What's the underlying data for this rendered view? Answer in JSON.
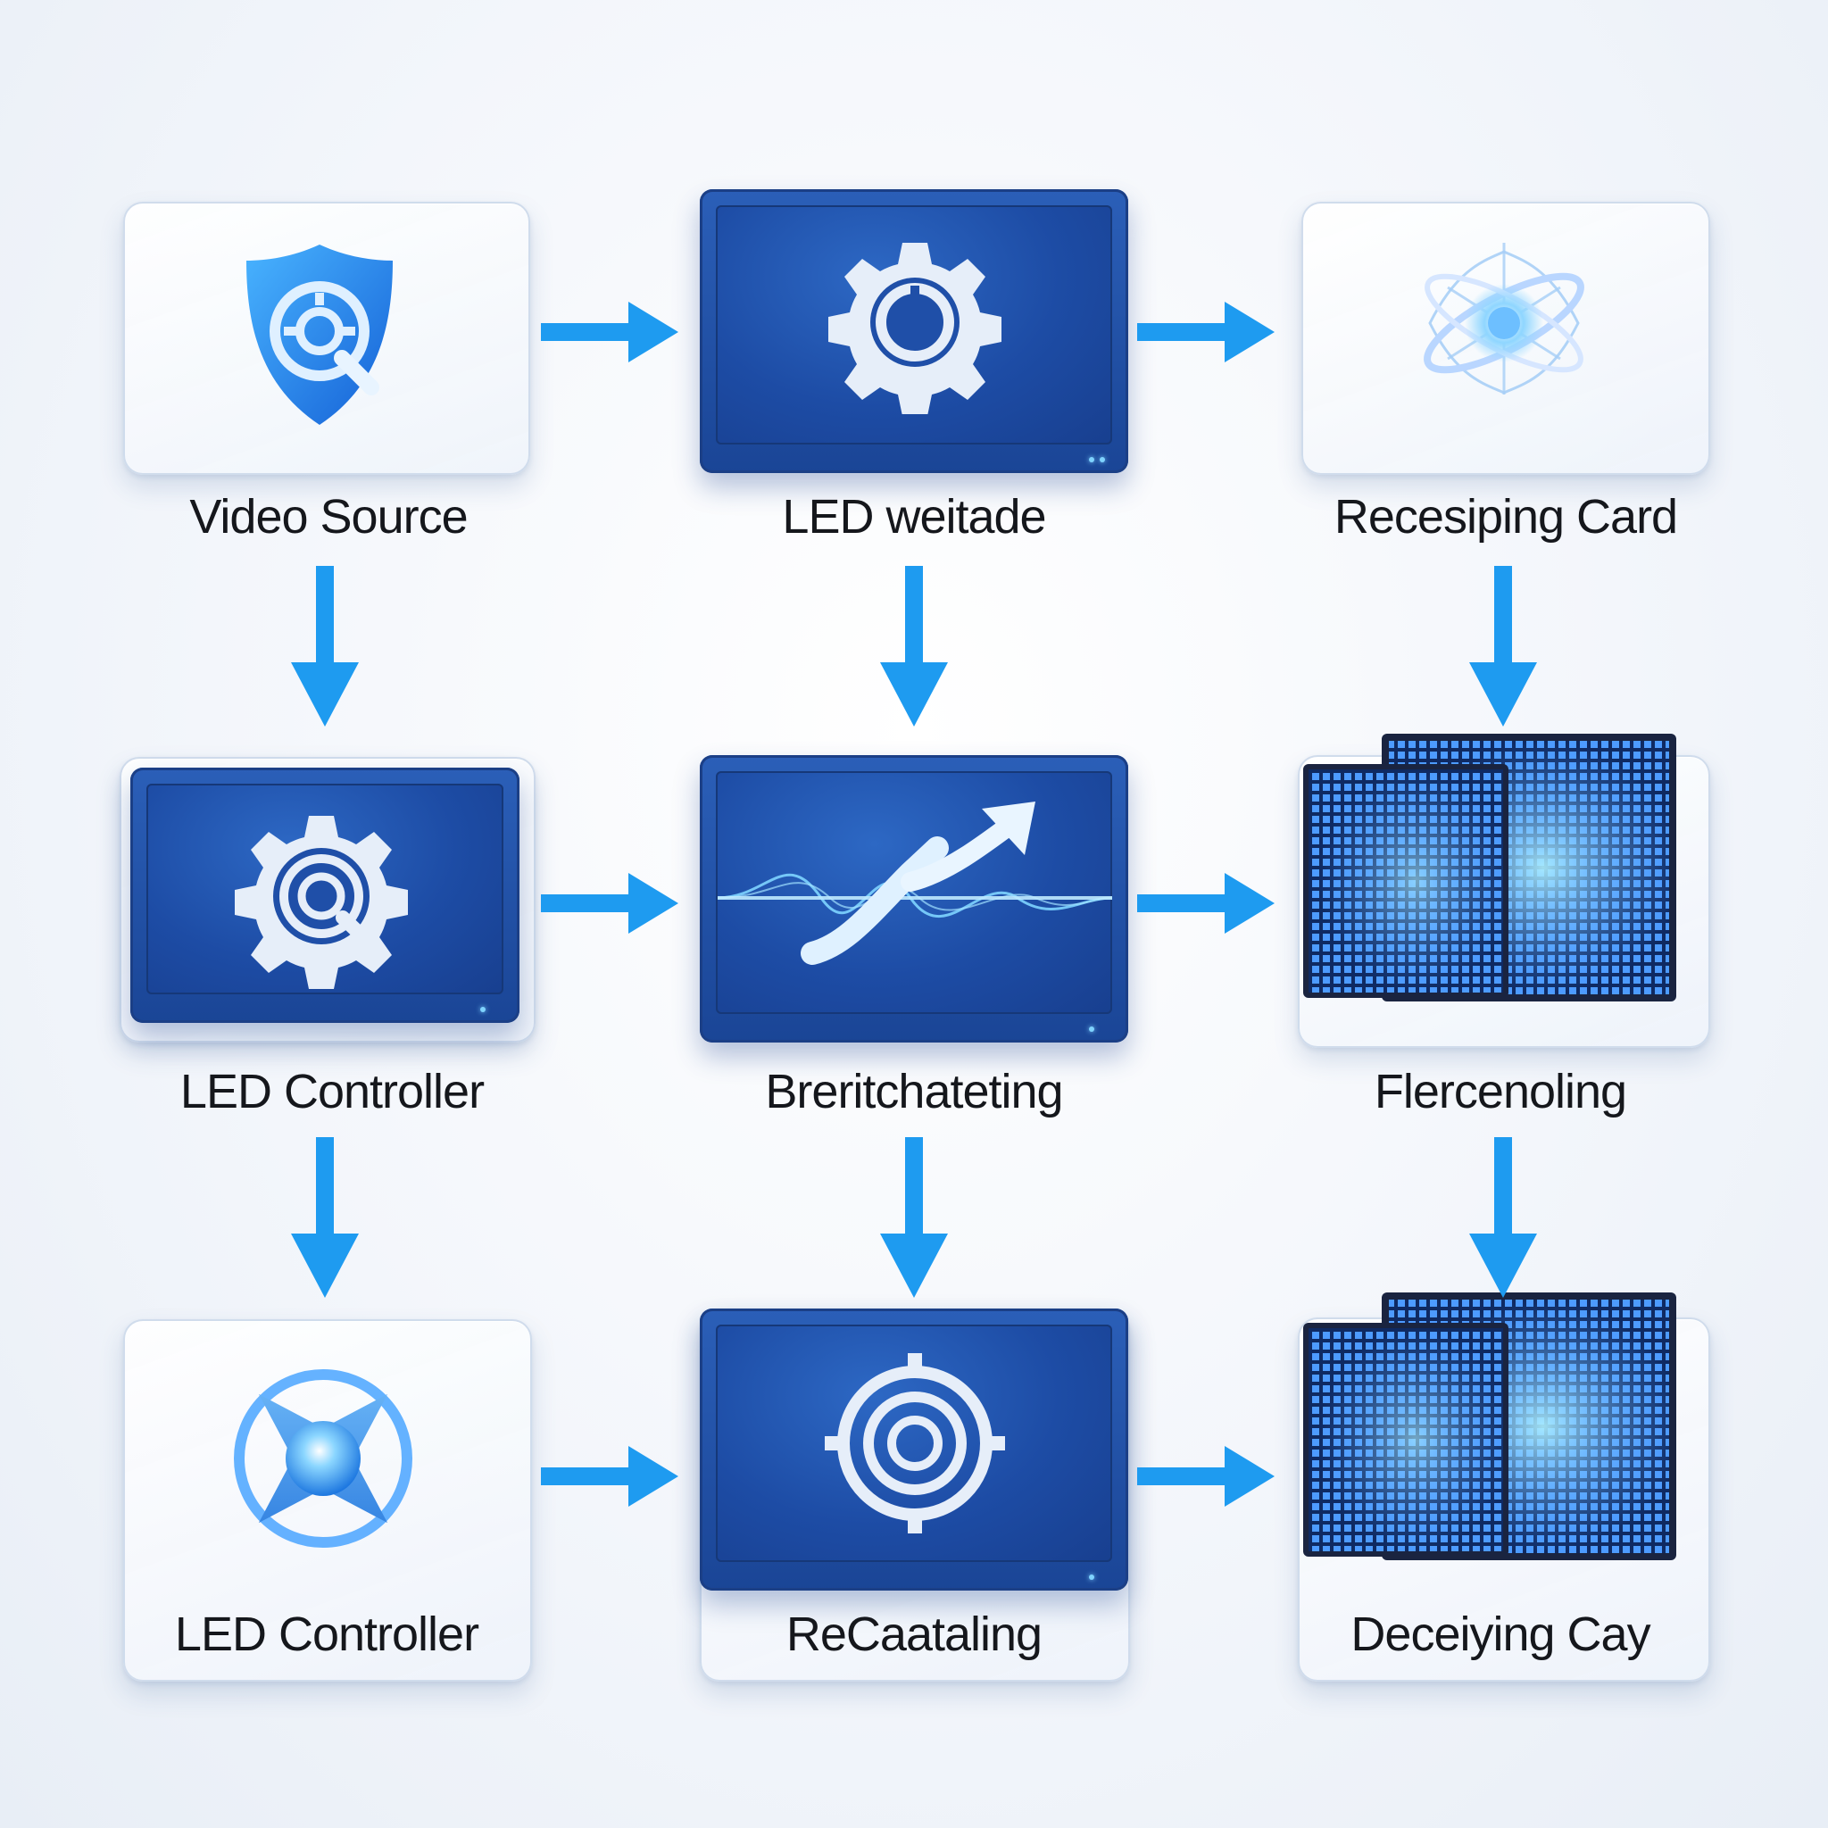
{
  "nodes": [
    {
      "id": "n1",
      "label": "Video Source",
      "icon": "shield-search-icon"
    },
    {
      "id": "n2",
      "label": "LED weitade",
      "icon": "gear-icon"
    },
    {
      "id": "n3",
      "label": "Recesiping Card",
      "icon": "atom-glow-icon"
    },
    {
      "id": "n4",
      "label": "LED Controller",
      "icon": "gear-search-icon"
    },
    {
      "id": "n5",
      "label": "Breritchateting",
      "icon": "wave-arrow-icon"
    },
    {
      "id": "n6",
      "label": "Flercenoling",
      "icon": "led-panel-icon"
    },
    {
      "id": "n7",
      "label": "LED Controller",
      "icon": "star-orb-icon"
    },
    {
      "id": "n8",
      "label": "ReCaataling",
      "icon": "target-icon"
    },
    {
      "id": "n9",
      "label": "Deceiying Cay",
      "icon": "led-panel-icon"
    }
  ],
  "edges": [
    {
      "from": "n1",
      "to": "n2"
    },
    {
      "from": "n2",
      "to": "n3"
    },
    {
      "from": "n1",
      "to": "n4"
    },
    {
      "from": "n2",
      "to": "n5"
    },
    {
      "from": "n3",
      "to": "n6"
    },
    {
      "from": "n4",
      "to": "n5"
    },
    {
      "from": "n5",
      "to": "n6"
    },
    {
      "from": "n4",
      "to": "n7"
    },
    {
      "from": "n5",
      "to": "n8"
    },
    {
      "from": "n6",
      "to": "n9"
    },
    {
      "from": "n7",
      "to": "n8"
    },
    {
      "from": "n8",
      "to": "n9"
    }
  ],
  "colors": {
    "arrow": "#1e9bf0",
    "monitor": "#1d4ca5",
    "glow": "#6fd0ff",
    "label": "#15171c"
  }
}
